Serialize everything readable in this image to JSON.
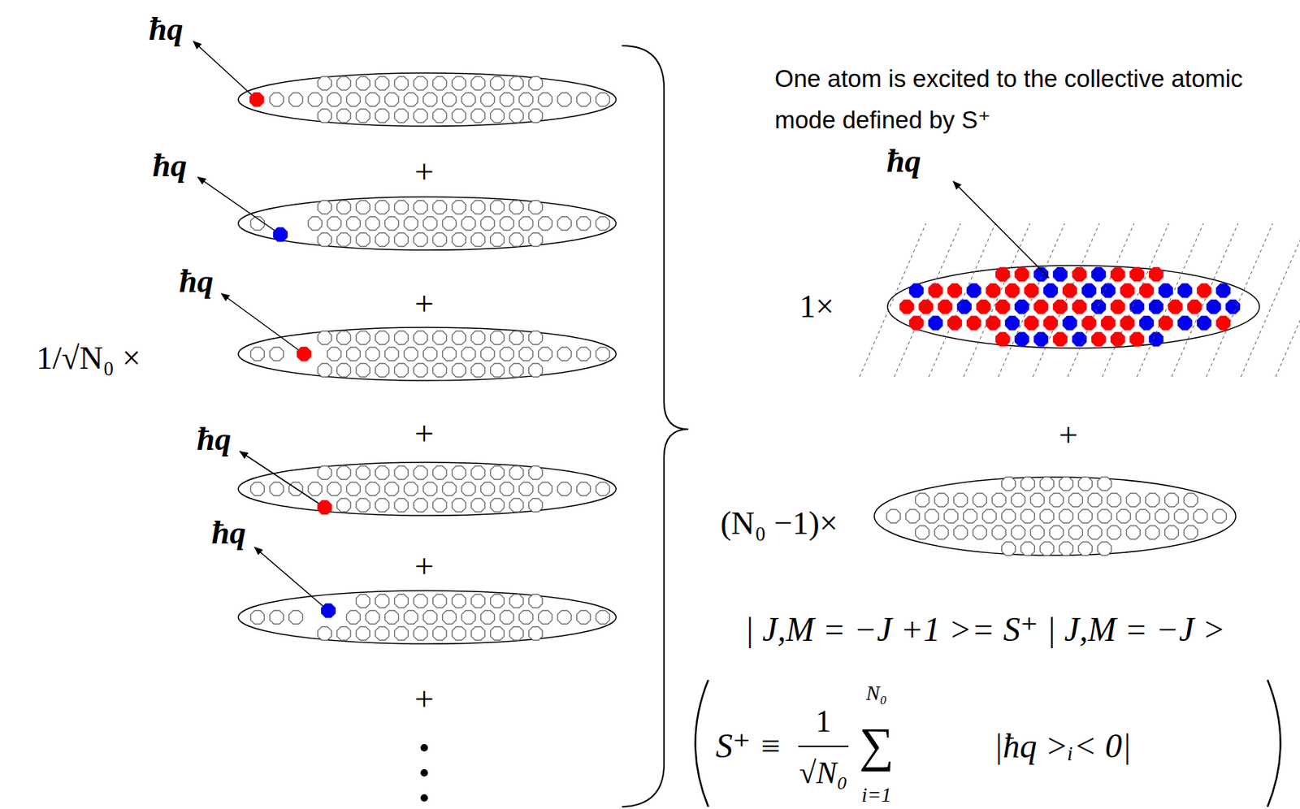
{
  "diagram": {
    "labels": [
      "ħq",
      "+",
      "ħq",
      "+",
      "ħq",
      "1/√N₀ ×",
      "+",
      "ħq",
      "+",
      "ħq",
      "+",
      "One atom is excited to the collective atomic mode defined by S⁺",
      "ħq",
      "1×",
      "+",
      "(N₀ −1)×",
      "| J,M = −J +1 >= S⁺ | J,M = −J >",
      "S⁺ ≡",
      "1",
      "√N₀",
      "N₀",
      "∑",
      "i=1",
      "|ħq >ᵢ< 0|"
    ]
  }
}
